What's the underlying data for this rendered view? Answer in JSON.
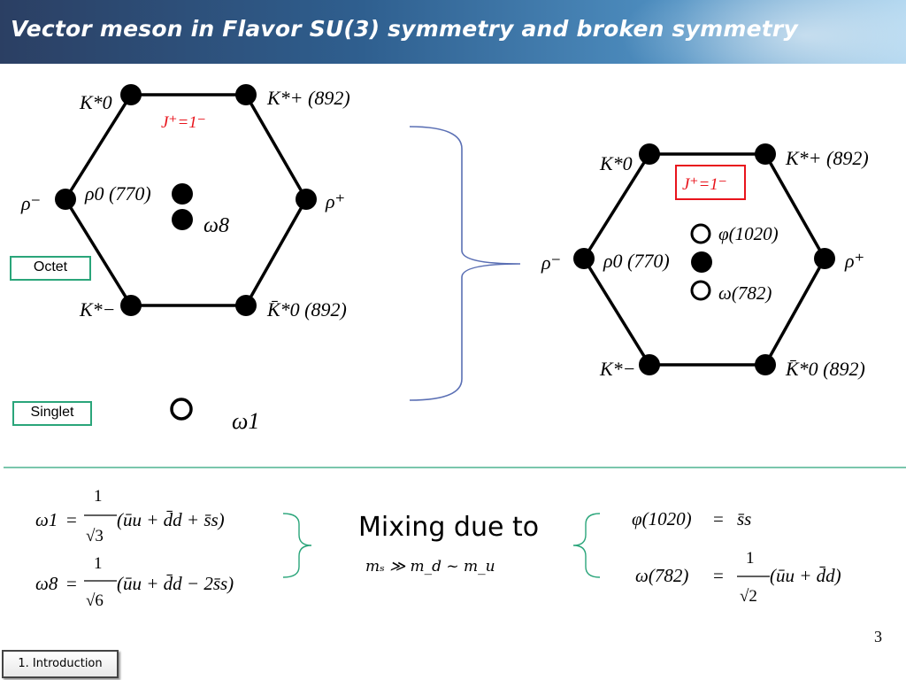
{
  "slide": {
    "title": "Vector meson in Flavor SU(3) symmetry and broken symmetry",
    "page_number": "3",
    "footer_section": "1. Introduction"
  },
  "octet_diagram": {
    "label_octet": "Octet",
    "label_singlet": "Singlet",
    "jp": "J⁺=1⁻",
    "k0": "K*0",
    "kplus": "K*+ (892)",
    "rho_minus": "ρ⁻",
    "rho_plus": "ρ⁺",
    "rho0": "ρ0 (770)",
    "omega8": "ω8",
    "kminus": "K*−",
    "kbar0": "K̄*0 (892)",
    "omega1": "ω1"
  },
  "broken_diagram": {
    "jp": "J⁺=1⁻",
    "k0": "K*0",
    "kplus": "K*+ (892)",
    "phi": "φ(1020)",
    "rho_minus": "ρ⁻",
    "rho_plus": "ρ⁺",
    "rho0": "ρ0 (770)",
    "omega": "ω(782)",
    "kminus": "K*−",
    "kbar0": "K̄*0 (892)"
  },
  "colors": {
    "accent_green": "#2aa57a",
    "jp_red": "#e8141c",
    "brace_blue": "#5a6fb4"
  },
  "equations": {
    "omega1": {
      "lhs": "ω1",
      "frac_num": "1",
      "frac_den": "√3",
      "content": "(ūu + d̄d + s̄s)"
    },
    "omega8": {
      "lhs": "ω8",
      "frac_num": "1",
      "frac_den": "√6",
      "content": "(ūu + d̄d − 2s̄s)"
    },
    "mixing_label": "Mixing due to",
    "mass_relation": "mₛ ≫ m_d ~ m_u",
    "phi_eq": {
      "lhs": "φ(1020)",
      "rhs": "s̄s"
    },
    "omega_eq": {
      "lhs": "ω(782)",
      "frac_num": "1",
      "frac_den": "√2",
      "content": "(ūu + d̄d)"
    }
  }
}
